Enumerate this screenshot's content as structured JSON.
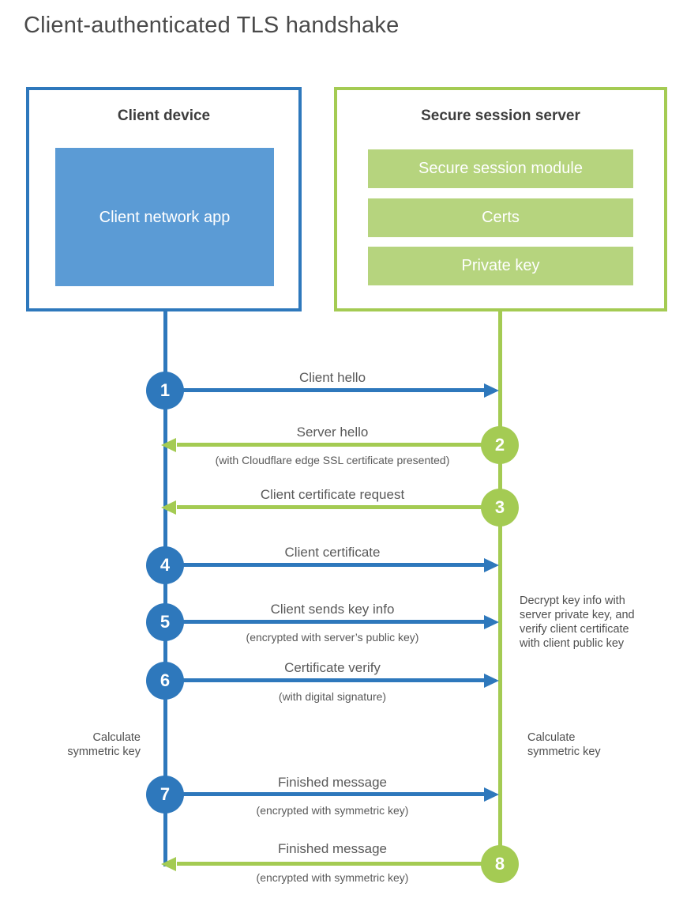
{
  "title": "Client-authenticated TLS handshake",
  "client": {
    "title": "Client device",
    "app_label": "Client network app"
  },
  "server": {
    "title": "Secure session server",
    "modules": [
      "Secure session module",
      "Certs",
      "Private key"
    ]
  },
  "arrows": [
    {
      "num": "1",
      "label": "Client hello",
      "sub": "",
      "from": "client",
      "to": "server"
    },
    {
      "num": "2",
      "label": "Server hello",
      "sub": "(with Cloudflare edge SSL certificate presented)",
      "from": "server",
      "to": "client"
    },
    {
      "num": "3",
      "label": "Client certificate request",
      "sub": "",
      "from": "server",
      "to": "client"
    },
    {
      "num": "4",
      "label": "Client certificate",
      "sub": "",
      "from": "client",
      "to": "server"
    },
    {
      "num": "5",
      "label": "Client sends key info",
      "sub": "(encrypted with server’s public key)",
      "from": "client",
      "to": "server"
    },
    {
      "num": "6",
      "label": "Certificate verify",
      "sub": "(with digital signature)",
      "from": "client",
      "to": "server"
    },
    {
      "num": "7",
      "label": "Finished message",
      "sub": "(encrypted with symmetric key)",
      "from": "client",
      "to": "server"
    },
    {
      "num": "8",
      "label": "Finished message",
      "sub": "(encrypted with symmetric key)",
      "from": "server",
      "to": "client"
    }
  ],
  "notes": {
    "decrypt": "Decrypt key info with server private key, and verify client certificate with client public key",
    "calculate_left": "Calculate symmetric key",
    "calculate_right": "Calculate symmetric key"
  },
  "colors": {
    "client_blue": "#2E78BC",
    "client_fill": "#5B9BD5",
    "server_green": "#A4CB53",
    "server_fill": "#B6D47E",
    "label_text": "#595959",
    "heading_text": "#4A4A4A"
  }
}
